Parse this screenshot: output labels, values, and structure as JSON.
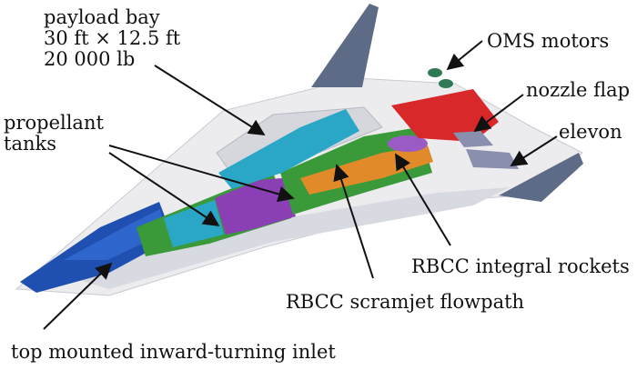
{
  "figure": {
    "labels": {
      "payload_bay": [
        "payload bay",
        "30 ft × 12.5 ft",
        "20 000 lb"
      ],
      "oms_motors": "OMS motors",
      "nozzle_flap": "nozzle flap",
      "elevon": "elevon",
      "propellant_tanks": [
        "propellant",
        "tanks"
      ],
      "rbcc_integral_rockets": "RBCC integral rockets",
      "rbcc_scramjet_flowpath": "RBCC scramjet flowpath",
      "inlet": "top mounted inward-turning inlet"
    },
    "colors": {
      "airframe": "#ececef",
      "fin": "#5e6b86",
      "elevon": "#8a8fae",
      "inlet": "#1f4fb0",
      "tank_green": "#3a9a3a",
      "tank_purple": "#8a3fb5",
      "tank_cyan": "#2aa7c7",
      "flowpath_orange": "#e08a2a",
      "nozzle_red": "#d8282a",
      "oms_green": "#2f7a55"
    }
  }
}
